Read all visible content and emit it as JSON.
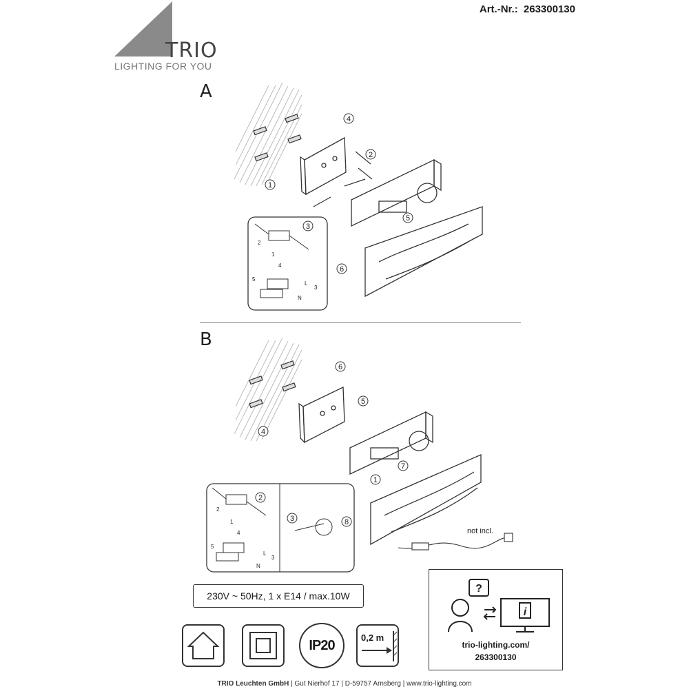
{
  "header": {
    "art_label": "Art.-Nr.:",
    "art_number": "263300130",
    "brand": "TRIO",
    "tagline": "LIGHTING FOR YOU"
  },
  "sections": {
    "a_label": "A",
    "b_label": "B"
  },
  "diagram_a": {
    "step_labels": [
      "1",
      "2",
      "3",
      "4",
      "5",
      "6"
    ],
    "detail_labels": [
      "1",
      "2",
      "3",
      "4",
      "5",
      "L",
      "N"
    ]
  },
  "diagram_b": {
    "step_labels": [
      "1",
      "2",
      "3",
      "4",
      "5",
      "6",
      "7",
      "8"
    ],
    "detail_labels": [
      "1",
      "2",
      "3",
      "4",
      "5",
      "L",
      "N"
    ],
    "not_included": "not incl."
  },
  "spec": "230V ~ 50Hz, 1 x E14 / max.10W",
  "symbols": {
    "ip_rating": "IP20",
    "distance": "0,2 m"
  },
  "info": {
    "url_line1": "trio-lighting.com/",
    "url_line2": "263300130"
  },
  "footer": {
    "company": "TRIO Leuchten GmbH",
    "address": "Gut Nierhof 17",
    "city": "D-59757 Arnsberg",
    "website": "www.trio-lighting.com"
  }
}
